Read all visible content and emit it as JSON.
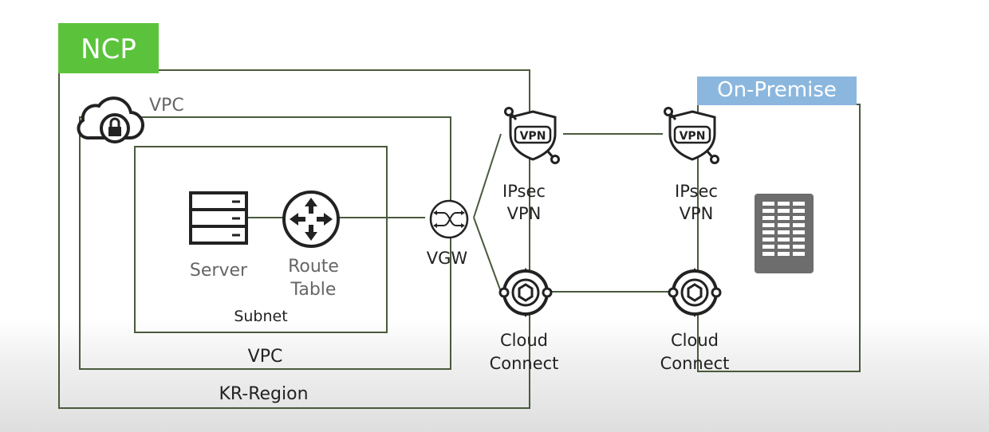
{
  "labels": {
    "ncp": "NCP",
    "on_premise": "On-Premise",
    "vpc_icon": "VPC",
    "vpc": "VPC",
    "kr_region": "KR-Region",
    "subnet": "Subnet",
    "server": "Server",
    "route_table": "Route\nTable",
    "vgw": "VGW",
    "ipsec_vpn_left": "IPsec\nVPN",
    "ipsec_vpn_right": "IPsec\nVPN",
    "cloud_connect_left": "Cloud\nConnect",
    "cloud_connect_right": "Cloud\nConnect",
    "vpn_badge": "VPN"
  },
  "colors": {
    "ncp_green": "#5bc33b",
    "on_premise_blue": "#8bb7de",
    "box_border": "#4a5a3c",
    "icon_dark": "#222222",
    "building_grey": "#6d6d6d"
  }
}
